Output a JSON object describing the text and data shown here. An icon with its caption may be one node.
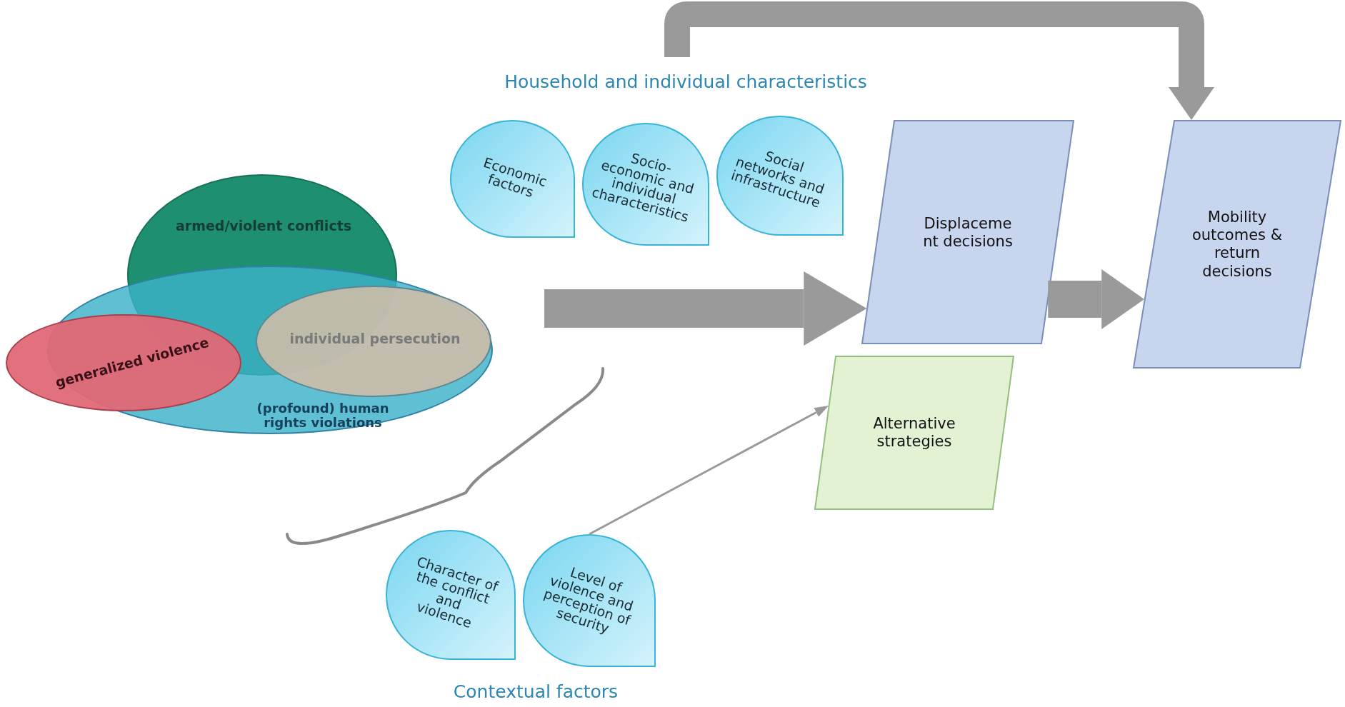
{
  "diagram": {
    "nodes": [
      {
        "text": [
          "armed/violent conflicts"
        ]
      },
      {
        "text": [
          "(profound) human rights violations"
        ]
      },
      {
        "text": [
          "generalized violence"
        ]
      },
      {
        "text": [
          "individual persecution"
        ],
        "in": 1
      },
      {
        "text": [
          "Economic factors"
        ]
      },
      {
        "text": [
          "Socio- economic and individual characteristics"
        ]
      },
      {
        "text": [
          "Social networks and infrastructure"
        ]
      },
      {
        "text": [
          "Displaceme nt decisions"
        ]
      },
      {
        "text": [
          "Mobility outcomes & return decisions"
        ]
      },
      {
        "text": [
          "Alternative strategies"
        ]
      },
      {
        "text": [
          "Character of the conflict and violence"
        ]
      },
      {
        "text": [
          "Level of violence and perception of security"
        ]
      }
    ],
    "edges": [
      {
        "from": null,
        "to": 7,
        "arrow": "to"
      },
      {
        "from": 7,
        "to": 8,
        "arrow": "to"
      },
      {
        "from": null,
        "to": 8,
        "arrow": "to"
      },
      {
        "from": 11,
        "to": 9,
        "arrow": "to"
      }
    ],
    "labels": [
      "Household and individual characteristics",
      "Contextual factors"
    ]
  }
}
